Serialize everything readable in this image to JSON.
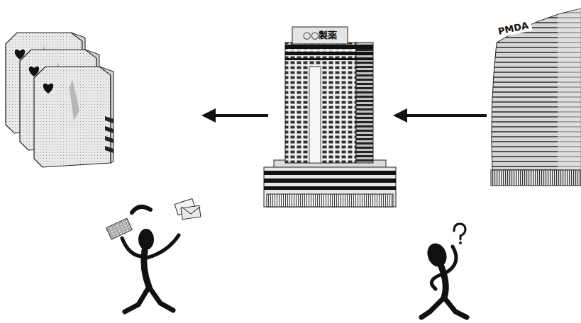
{
  "diagram": {
    "nodes": [
      {
        "text": [
          "○○製薬"
        ]
      },
      {
        "text": [
          "PMDA"
        ]
      }
    ],
    "edges": [
      {
        "from": 1,
        "to": 0,
        "arrow": "to"
      }
    ]
  }
}
